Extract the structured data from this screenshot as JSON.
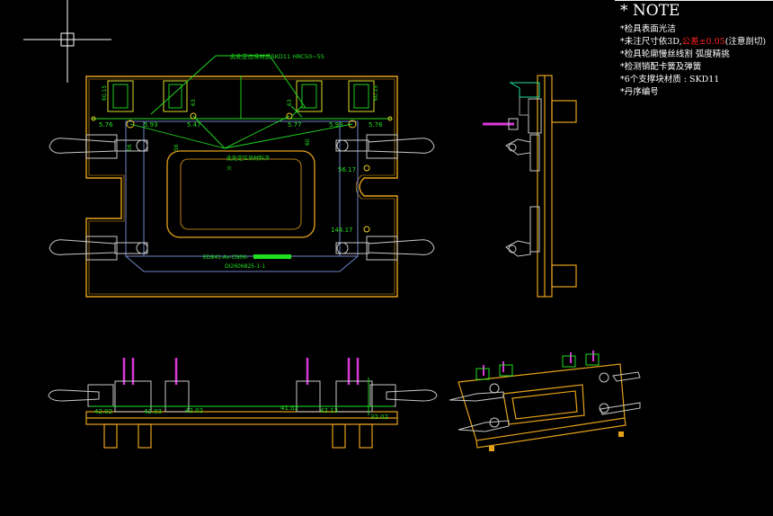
{
  "colors": {
    "background": "#000000",
    "plate": "#e6a21a",
    "datum": "#f0d020",
    "annotation": "#20e020",
    "clamp": "#c8c8c8",
    "pin": "#d838d8",
    "frame": "#6f86c8",
    "text": "#ffffff",
    "tolerance": "#ff2020"
  },
  "note": {
    "title": "* NOTE",
    "lines": [
      {
        "pre": "*检具表面光洁",
        "tol": "",
        "post": ""
      },
      {
        "pre": "*未注尺寸依3D,",
        "tol": "公差±0.05",
        "post": "(注意剖切)"
      },
      {
        "pre": "*检具轮廓慢丝线割 弧度精挑",
        "tol": "",
        "post": ""
      },
      {
        "pre": "*检测销配卡簧及弹簧",
        "tol": "",
        "post": ""
      },
      {
        "pre": "*6个支撑块材质 : SKD11",
        "tol": "",
        "post": ""
      },
      {
        "pre": "*丹序编号",
        "tol": "",
        "post": ""
      }
    ]
  },
  "annotations": {
    "material_top": "此处定位块材质SKD11 HRC50~55",
    "material_mid_1": "此处定位块材料淬",
    "material_mid_2": "火",
    "part_no": "ED841-Aх-CN06-",
    "drawing_no": "DI2606825-1-1"
  },
  "dims_top": [
    "60.15",
    "5.76",
    "5.93",
    "5.47",
    "63",
    "5.77",
    "63",
    "5.93",
    "5.76",
    "60.15"
  ],
  "dims_plan": [
    "56",
    "56",
    "60",
    "56.17",
    "144.17"
  ],
  "dims_front": [
    "42.02",
    "42.03",
    "42.02",
    "41.02",
    "42.13",
    "32.02"
  ],
  "crosshair_icon": "crosshair-icon"
}
